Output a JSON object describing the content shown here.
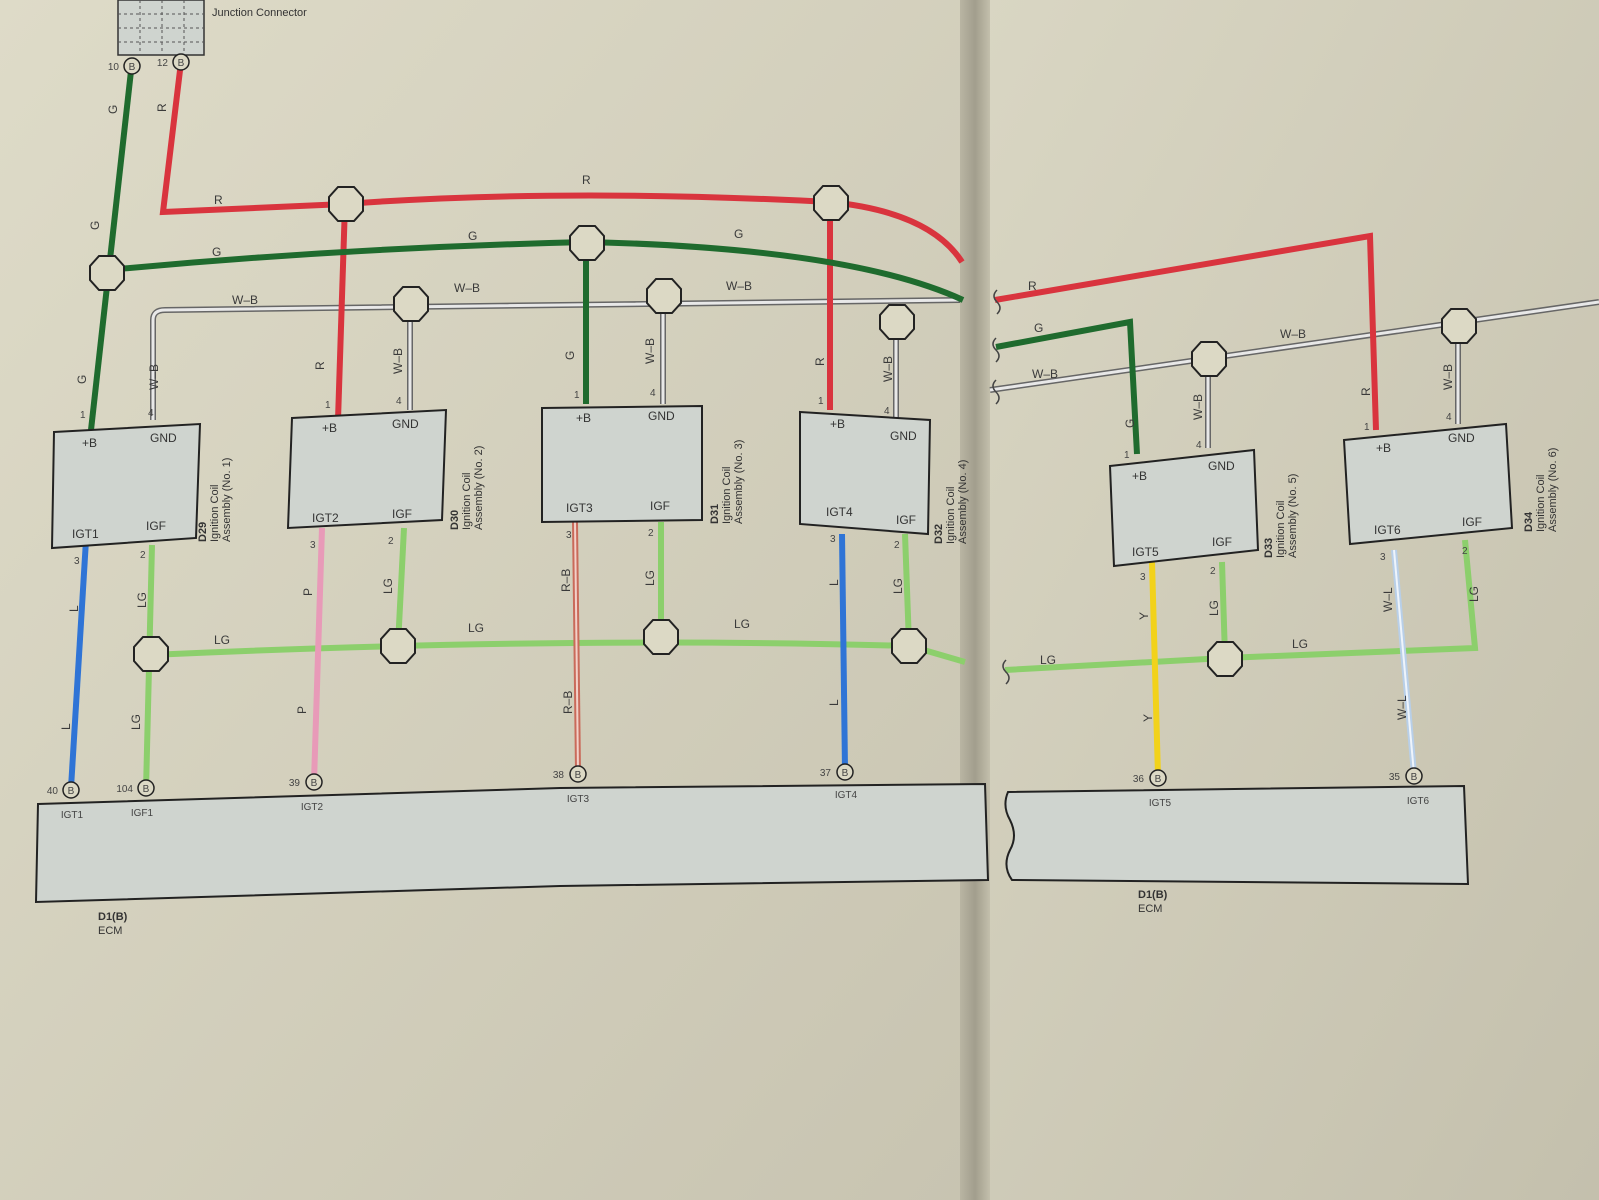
{
  "page": {
    "junction_connector_name": "Junction Connector",
    "junction_connector_id": "",
    "junction_pin_a": "10",
    "junction_pin_b": "12"
  },
  "colors": {
    "R": "#d9343e",
    "G": "#1f6b2e",
    "LG": "#8ccf6c",
    "W-B": "#8a8a8a",
    "L": "#2f74d6",
    "P": "#e89ab8",
    "R-B": "#c96a5a",
    "Y": "#f2d21b",
    "W-L": "#b8cfe8",
    "box_fill": "#cfd4cf",
    "paper": "#dcd9c5"
  },
  "wire_labels": {
    "R": "R",
    "G": "G",
    "LG": "LG",
    "WB": "W–B",
    "L": "L",
    "P": "P",
    "RB": "R–B",
    "Y": "Y",
    "WL": "W–L"
  },
  "terminals": {
    "plus_b": "+B",
    "gnd": "GND",
    "igf": "IGF",
    "pin1": "1",
    "pin2": "2",
    "pin3": "3",
    "pin4": "4",
    "conn_letter": "B"
  },
  "coils": [
    {
      "id": "D29",
      "name": "Ignition Coil",
      "sub": "Assembly (No. 1)",
      "igt": "IGT1"
    },
    {
      "id": "D30",
      "name": "Ignition Coil",
      "sub": "Assembly (No. 2)",
      "igt": "IGT2"
    },
    {
      "id": "D31",
      "name": "Ignition Coil",
      "sub": "Assembly (No. 3)",
      "igt": "IGT3"
    },
    {
      "id": "D32",
      "name": "Ignition Coil",
      "sub": "Assembly (No. 4)",
      "igt": "IGT4"
    },
    {
      "id": "D33",
      "name": "Ignition Coil",
      "sub": "Assembly (No. 5)",
      "igt": "IGT5"
    },
    {
      "id": "D34",
      "name": "Ignition Coil",
      "sub": "Assembly (No. 6)",
      "igt": "IGT6"
    }
  ],
  "ecm_left": {
    "id": "D1(B)",
    "name": "ECM",
    "pins": [
      {
        "num": "40",
        "label": "IGT1"
      },
      {
        "num": "104",
        "label": "IGF1"
      },
      {
        "num": "39",
        "label": "IGT2"
      },
      {
        "num": "38",
        "label": "IGT3"
      },
      {
        "num": "37",
        "label": "IGT4"
      }
    ]
  },
  "ecm_right": {
    "id": "D1(B)",
    "name": "ECM",
    "pins": [
      {
        "num": "36",
        "label": "IGT5"
      },
      {
        "num": "35",
        "label": "IGT6"
      }
    ]
  }
}
